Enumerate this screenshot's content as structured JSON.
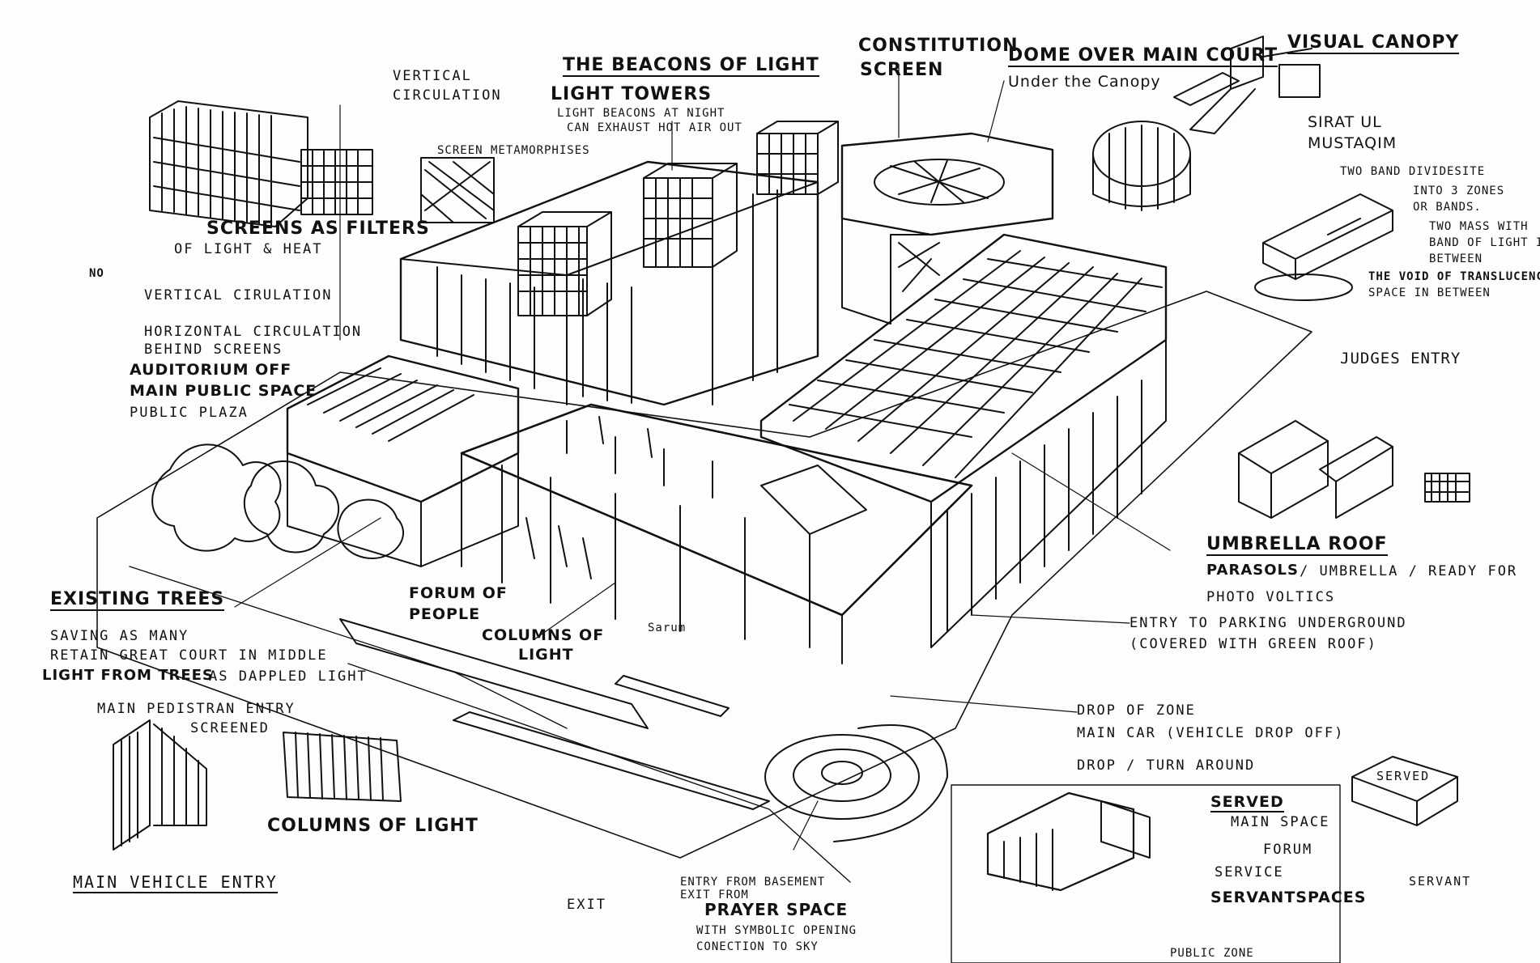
{
  "labels": {
    "beacons": "THE BEACONS OF LIGHT",
    "light_towers": "LIGHT TOWERS",
    "beacons_note_1": "LIGHT BEACONS AT NIGHT",
    "beacons_note_2": "CAN EXHAUST HOT AIR OUT",
    "constitution_1": "CONSTITUTION",
    "constitution_2": "SCREEN",
    "dome": "DOME OVER MAIN COURT",
    "under_canopy": "Under the Canopy",
    "visual_canopy": "VISUAL CANOPY",
    "sirat_1": "SIRAT UL",
    "sirat_2": "MUSTAQIM",
    "two_band_1": "TWO BAND DIVIDESITE",
    "two_band_2": "INTO 3 ZONES",
    "two_band_3": "OR BANDS.",
    "two_band_4": "TWO MASS WITH",
    "two_band_5": "BAND OF LIGHT IN",
    "two_band_6": "BETWEEN",
    "void_1": "THE VOID OF TRANSLUCENCE",
    "void_2": "SPACE IN BETWEEN",
    "vertical_circ_top_1": "VERTICAL",
    "vertical_circ_top_2": "CIRCULATION",
    "screen_meta": "SCREEN METAMORPHISES",
    "screens_filters": "SCREENS AS FILTERS",
    "light_heat": "OF LIGHT & HEAT",
    "vertical_circ": "VERTICAL CIRULATION",
    "horizontal_circ": "HORIZONTAL CIRCULATION",
    "behind_screens": "BEHIND SCREENS",
    "auditorium": "AUDITORIUM OFF",
    "main_public": "MAIN PUBLIC SPACE",
    "public_plaza": "PUBLIC PLAZA",
    "judges": "JUDGES ENTRY",
    "umbrella": "UMBRELLA ROOF",
    "parasols": "PARASOLS",
    "parasols_rest": "/ UMBRELLA / READY FOR",
    "photo": "PHOTO VOLTICS",
    "entry_parking": "ENTRY TO PARKING UNDERGROUND",
    "covered": "(COVERED WITH GREEN ROOF)",
    "existing_trees": "EXISTING TREES",
    "saving": "SAVING AS MANY",
    "retain": "RETAIN GREAT COURT IN MIDDLE",
    "light_from_trees": "LIGHT FROM TREES",
    "dappled": "AS DAPPLED LIGHT",
    "forum_1": "FORUM OF",
    "forum_2": "PEOPLE",
    "columns_light_1": "COLUMNS OF",
    "columns_light_2": "LIGHT",
    "main_ped": "MAIN PEDISTRAN ENTRY",
    "screened": "SCREENED",
    "columns_of_light": "COLUMNS OF LIGHT",
    "main_vehicle": "MAIN VEHICLE ENTRY",
    "exit": "EXIT",
    "entry_basement_1": "ENTRY FROM BASEMENT",
    "entry_basement_2": "EXIT FROM",
    "prayer": "PRAYER SPACE",
    "symbolic": "WITH SYMBOLIC OPENING",
    "connection": "CONECTION TO SKY",
    "drop_off_zone": "DROP OF ZONE",
    "main_car": "MAIN CAR (VEHICLE DROP OFF)",
    "drop_turn": "DROP / TURN AROUND",
    "served": "SERVED",
    "main_space": "MAIN SPACE",
    "forum": "FORUM",
    "service": "SERVICE",
    "servant_spaces": "SERVANTSPACES",
    "served_small": "SERVED",
    "servant_small": "SERVANT",
    "public_zone": "PUBLIC ZONE",
    "shop_sign": "Sarum",
    "margin_mark": "NO"
  }
}
